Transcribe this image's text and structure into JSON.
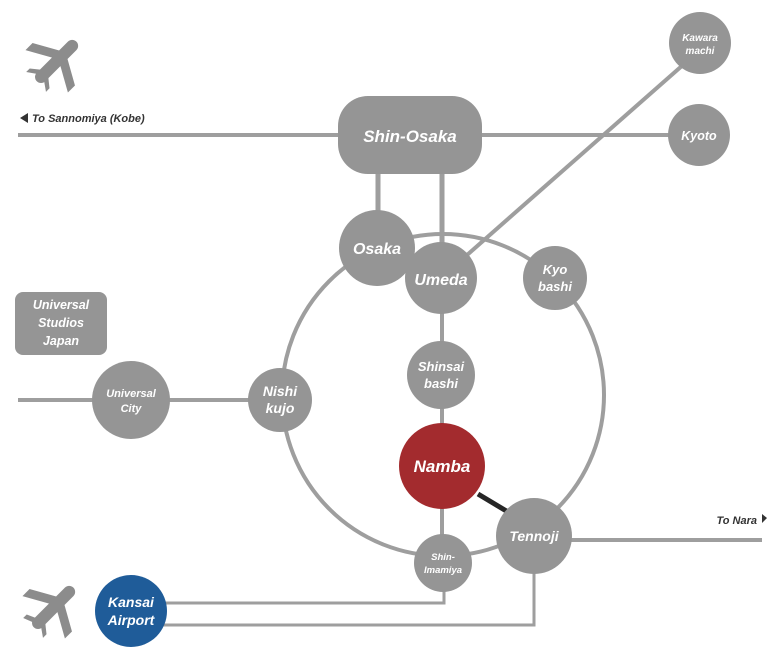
{
  "colors": {
    "line": "#9e9e9e",
    "station": "#959595",
    "station_text": "#ffffff",
    "highlight": "#a32b2e",
    "airport": "#1f5c99",
    "label_text": "#333333",
    "icon": "#8c8c8c"
  },
  "directions": {
    "kobe": "To Sannomiya (Kobe)",
    "nara": "To Nara"
  },
  "usj_label": [
    "Universal",
    "Studios",
    "Japan"
  ],
  "stations": {
    "shin_osaka": [
      "Shin-Osaka"
    ],
    "kyoto": [
      "Kyoto"
    ],
    "kawaramachi": [
      "Kawara",
      "machi"
    ],
    "osaka": [
      "Osaka"
    ],
    "umeda": [
      "Umeda"
    ],
    "kyobashi": [
      "Kyo",
      "bashi"
    ],
    "shinsaibashi": [
      "Shinsai",
      "bashi"
    ],
    "nishikujo": [
      "Nishi",
      "kujo"
    ],
    "universal_city": [
      "Universal",
      "City"
    ],
    "namba": [
      "Namba"
    ],
    "tennoji": [
      "Tennoji"
    ],
    "shin_imamiya": [
      "Shin-",
      "Imamiya"
    ],
    "kansai_airport": [
      "Kansai",
      "Airport"
    ]
  },
  "icons": [
    "airplane-icon",
    "airplane-icon",
    "arrow-left-icon",
    "arrow-right-icon"
  ]
}
